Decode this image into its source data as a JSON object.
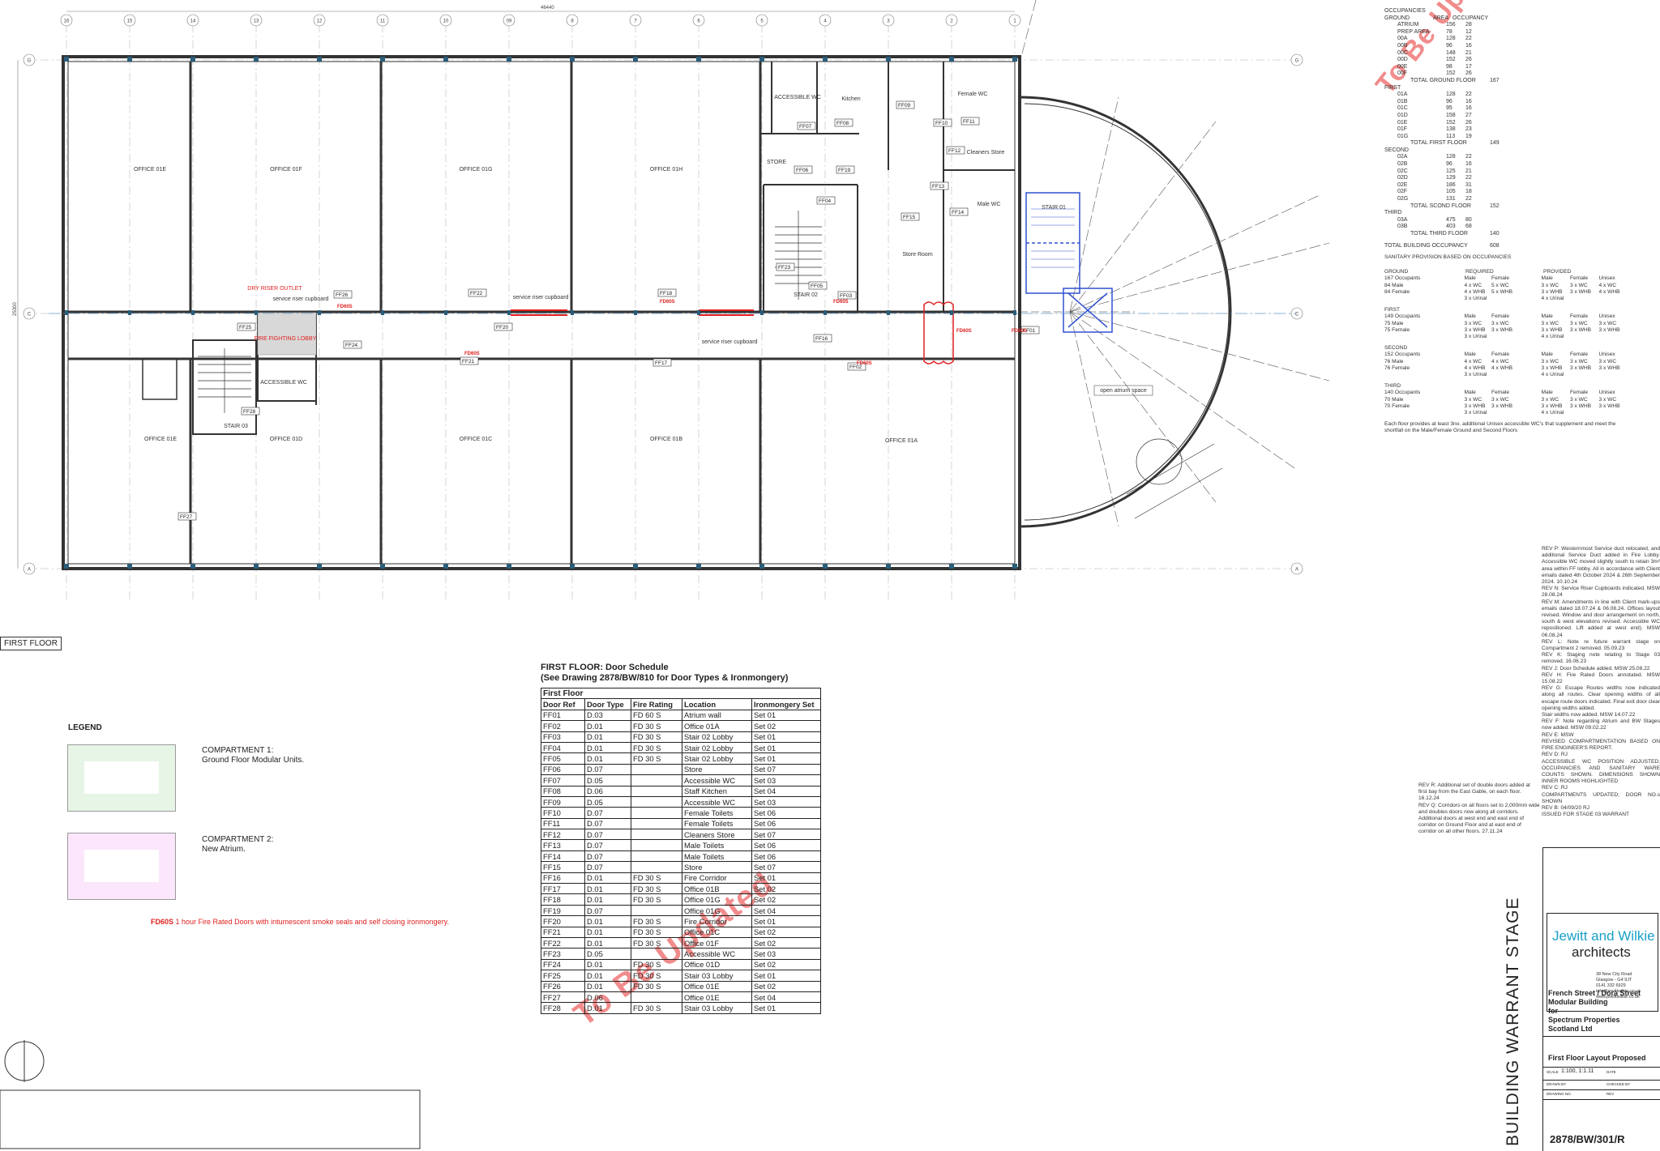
{
  "watermark": "To Be Updated",
  "plan": {
    "grid_top": [
      "16",
      "15",
      "14",
      "13",
      "12",
      "11",
      "10",
      "09",
      "8",
      "7",
      "6",
      "5",
      "4",
      "3",
      "2",
      "1"
    ],
    "grid_rows": [
      "G",
      "C",
      "A"
    ],
    "dim_top": "46440",
    "dim_left": "25300",
    "rooms_top": [
      "OFFICE 01E",
      "OFFICE 01F",
      "OFFICE 01G",
      "OFFICE 01H"
    ],
    "rooms_bottom": [
      "OFFICE 01E",
      "OFFICE 01D",
      "OFFICE 01C",
      "OFFICE 01B",
      "OFFICE 01A"
    ],
    "labels": {
      "accessible_wc": "ACCESSIBLE WC",
      "kitchen": "Kitchen",
      "store": "STORE",
      "stair_02": "STAIR 02",
      "stair_03": "STAIR 03",
      "stair_01": "STAIR 01",
      "store_room": "Store Room",
      "male_wc": "Male WC",
      "cleaners_store": "Cleaners Store",
      "female_wc": "Female WC",
      "fire_lobby": "FIRE FIGHTING LOBBY",
      "dry_riser": "DRY RISER OUTLET",
      "service_riser": "service riser cupboard",
      "atrium": "open atrium space",
      "accessible_wc2": "ACCESSIBLE WC",
      "fd60s": "FD60S"
    },
    "door_tags": [
      "FF01",
      "FF02",
      "FF03",
      "FF04",
      "FF05",
      "FF06",
      "FF07",
      "FF08",
      "FF09",
      "FF10",
      "FF11",
      "FF12",
      "FF13",
      "FF14",
      "FF15",
      "FF16",
      "FF17",
      "FF18",
      "FF19",
      "FF20",
      "FF21",
      "FF22",
      "FF23",
      "FF24",
      "FF25",
      "FF26",
      "FF27",
      "FF28"
    ]
  },
  "first_floor_label": "FIRST FLOOR",
  "occupancies": {
    "title": "OCCUPANCIES",
    "header": [
      "GROUND",
      "AREA",
      "OCCUPANCY"
    ],
    "ground": [
      [
        "ATRIUM",
        "156",
        "28"
      ],
      [
        "PREP AREA",
        "78",
        "12"
      ],
      [
        "00A",
        "128",
        "22"
      ],
      [
        "00B",
        "96",
        "16"
      ],
      [
        "00C",
        "148",
        "21"
      ],
      [
        "00D",
        "152",
        "26"
      ],
      [
        "00E",
        "98",
        "17"
      ],
      [
        "00F",
        "152",
        "26"
      ]
    ],
    "ground_total": [
      "TOTAL GROUND FLOOR",
      "167"
    ],
    "first_title": "FIRST",
    "first": [
      [
        "01A",
        "128",
        "22"
      ],
      [
        "01B",
        "96",
        "16"
      ],
      [
        "01C",
        "95",
        "16"
      ],
      [
        "01D",
        "158",
        "27"
      ],
      [
        "01E",
        "152",
        "26"
      ],
      [
        "01F",
        "138",
        "23"
      ],
      [
        "01G",
        "113",
        "19"
      ]
    ],
    "first_total": [
      "TOTAL FIRST FLOOR",
      "149"
    ],
    "second_title": "SECOND",
    "second": [
      [
        "02A",
        "128",
        "22"
      ],
      [
        "02B",
        "96",
        "16"
      ],
      [
        "02C",
        "125",
        "21"
      ],
      [
        "02D",
        "129",
        "22"
      ],
      [
        "02E",
        "186",
        "31"
      ],
      [
        "02F",
        "105",
        "18"
      ],
      [
        "02G",
        "131",
        "22"
      ]
    ],
    "second_total": [
      "TOTAL SCOND FLOOR",
      "152"
    ],
    "third_title": "THIRD",
    "third": [
      [
        "03A",
        "475",
        "80"
      ],
      [
        "03B",
        "403",
        "68"
      ]
    ],
    "third_total": [
      "TOTAL THIRD FLOOR",
      "140"
    ],
    "building_total": [
      "TOTAL BUILDING OCCUPANCY",
      "608"
    ]
  },
  "sanitary": {
    "title": "SANITARY PROVISION BASED ON OCCUPANCIES",
    "required": "REQUIRED",
    "provided": "PROVIDED",
    "cols": [
      "Male",
      "Female",
      "Male",
      "Female",
      "Unisex"
    ],
    "blocks": [
      {
        "floor": "GROUND",
        "occ": "167 Occupants",
        "rows": [
          [
            "84 Male",
            "4 x WC",
            "5 x WC",
            "3 x WC",
            "3 x WC",
            "4 x WC"
          ],
          [
            "84 Female",
            "4 x WHB",
            "5 x WHB",
            "3 x WHB",
            "3 x WHB",
            "4 x WHB"
          ],
          [
            "",
            "3 x Urinal",
            "",
            "4 x Urinal",
            "",
            ""
          ]
        ],
        "showcols": false
      },
      {
        "floor": "FIRST",
        "occ": "149 Occupants",
        "rows": [
          [
            "75 Male",
            "3 x WC",
            "3 x WC",
            "3 x WC",
            "3 x WC",
            "3 x WC"
          ],
          [
            "75 Female",
            "3 x WHB",
            "3 x WHB",
            "3 x WHB",
            "3 x WHB",
            "3 x WHB"
          ],
          [
            "",
            "3 x Urinal",
            "",
            "4 x Urinal",
            "",
            ""
          ]
        ],
        "showcols": true
      },
      {
        "floor": "SECOND",
        "occ": "152 Occupants",
        "rows": [
          [
            "76 Male",
            "4 x WC",
            "4 x WC",
            "3 x WC",
            "3 x WC",
            "3 x WC"
          ],
          [
            "76 Female",
            "4 x WHB",
            "4 x WHB",
            "3 x WHB",
            "3 x WHB",
            "3 x WHB"
          ],
          [
            "",
            "3 x Urinal",
            "",
            "4 x Urinal",
            "",
            ""
          ]
        ],
        "showcols": true
      },
      {
        "floor": "THIRD",
        "occ": "140 Occupants",
        "rows": [
          [
            "70 Male",
            "3 x WC",
            "3 x WC",
            "3 x WC",
            "3 x WC",
            "3 x WC"
          ],
          [
            "70 Female",
            "3 x WHB",
            "3 x WHB",
            "3 x WHB",
            "3 x WHB",
            "3 x WHB"
          ],
          [
            "",
            "3 x Urinal",
            "",
            "4 x Urinal",
            "",
            ""
          ]
        ],
        "showcols": true
      }
    ],
    "note": "Each floor provides at least 3no. additional Unisex accessible WC's that supplement and meet the shortfall on the Male/Female Ground and Second Floors"
  },
  "revisions": [
    "REV P: Westernmost Service duct relocated, and additional Service Duct added in Fire Lobby. Accessible WC moved slightly south to retain 3m² area within FF lobby. All in accordance with Client emails dated 4th October 2024 & 26th September 2024. 10.10.24",
    "REV N: Service Riser Cupboards indicated. MSW 28.08.24",
    "REV M: Amendments in line with Client mark-ups emails dated 18.07.24 & 06.08.24. Offices layout revised. Window and door arrangement on north, south & west elevations revised. Accessible WC repositioned. Lift added at west end). MSW 06.08.24",
    "REV L: Note re future warrant stage on Compartment 2 removed. 05.09.23",
    "REV K: Staging note relating to Stage 03 removed. 16.06.23",
    "REV J: Door Schedule added. MSW 25.08.22",
    "REV H: Fire Rated Doors annotated. MSW 15.08.22",
    "REV G: Escape Routes widths now indicated along all routes. Clear opening widths of all escape route doors indicated. Final exit door clear opening widths added.",
    "Stair widths now added. MSW 14.07.22",
    "REV F: Note regarding Atrium and BW Stages now added. MSW 09.02.22",
    "REV E: MSW",
    "REVISED COMPARTMENTATION BASED ON FIRE ENGINEER'S REPORT.",
    "REV D: RJ",
    "ACCESSIBLE WC POSITION ADJUSTED; OCCUPANCIES AND SANITARY WARE COUNTS SHOWN. DIMENSIONS SHOWN INNER ROOMS HIGHLIGHTED",
    "REV C: RJ",
    "COMPARTMENTS UPDATED; DOOR NO.s SHOWN",
    "REV B: 04/09/20 RJ",
    "ISSUED FOR STAGE 03 WARRANT"
  ],
  "revisions_left": [
    "REV R: Additional set of double doors added at first bay from the East Gable, on each floor. 16.12.24",
    "REV Q: Corridors on all floors set to 2,000mm wide and doubles doors now along all corridors. Additional doors at west end and east end of corridor on Ground Floor and at east end of corridor on all other floors. 27.11.24"
  ],
  "door_schedule": {
    "title": "FIRST FLOOR: Door Schedule",
    "subtitle": "(See Drawing 2878/BW/810 for Door Types & Ironmongery)",
    "caption": "First Floor",
    "headers": [
      "Door Ref",
      "Door Type",
      "Fire Rating",
      "Location",
      "Ironmongery Set"
    ],
    "rows": [
      [
        "FF01",
        "D.03",
        "FD 60 S",
        "Atrium wall",
        "Set 01"
      ],
      [
        "FF02",
        "D.01",
        "FD 30 S",
        "Office 01A",
        "Set 02"
      ],
      [
        "FF03",
        "D.01",
        "FD 30 S",
        "Stair 02 Lobby",
        "Set 01"
      ],
      [
        "FF04",
        "D.01",
        "FD 30 S",
        "Stair 02 Lobby",
        "Set 01"
      ],
      [
        "FF05",
        "D.01",
        "FD 30 S",
        "Stair 02 Lobby",
        "Set 01"
      ],
      [
        "FF06",
        "D.07",
        "",
        "Store",
        "Set 07"
      ],
      [
        "FF07",
        "D.05",
        "",
        "Accessible WC",
        "Set 03"
      ],
      [
        "FF08",
        "D.06",
        "",
        "Staff Kitchen",
        "Set 04"
      ],
      [
        "FF09",
        "D.05",
        "",
        "Accessible WC",
        "Set 03"
      ],
      [
        "FF10",
        "D.07",
        "",
        "Female Toilets",
        "Set 06"
      ],
      [
        "FF11",
        "D.07",
        "",
        "Female Toilets",
        "Set 06"
      ],
      [
        "FF12",
        "D.07",
        "",
        "Cleaners Store",
        "Set 07"
      ],
      [
        "FF13",
        "D.07",
        "",
        "Male Toilets",
        "Set 06"
      ],
      [
        "FF14",
        "D.07",
        "",
        "Male Toilets",
        "Set 06"
      ],
      [
        "FF15",
        "D.07",
        "",
        "Store",
        "Set 07"
      ],
      [
        "FF16",
        "D.01",
        "FD 30 S",
        "Fire Corridor",
        "Set 01"
      ],
      [
        "FF17",
        "D.01",
        "FD 30 S",
        "Office 01B",
        "Set 02"
      ],
      [
        "FF18",
        "D.01",
        "FD 30 S",
        "Office 01G",
        "Set 02"
      ],
      [
        "FF19",
        "D.07",
        "",
        "Office 01G",
        "Set 04"
      ],
      [
        "FF20",
        "D.01",
        "FD 30 S",
        "Fire Corridor",
        "Set 01"
      ],
      [
        "FF21",
        "D.01",
        "FD 30 S",
        "Office 01C",
        "Set 02"
      ],
      [
        "FF22",
        "D.01",
        "FD 30 S",
        "Office 01F",
        "Set 02"
      ],
      [
        "FF23",
        "D.05",
        "",
        "Accessible WC",
        "Set 03"
      ],
      [
        "FF24",
        "D.01",
        "FD 30 S",
        "Office 01D",
        "Set 02"
      ],
      [
        "FF25",
        "D.01",
        "FD 30 S",
        "Stair 03 Lobby",
        "Set 01"
      ],
      [
        "FF26",
        "D.01",
        "FD 30 S",
        "Office 01E",
        "Set 02"
      ],
      [
        "FF27",
        "D.06",
        "",
        "Office 01E",
        "Set 04"
      ],
      [
        "FF28",
        "D.01",
        "FD 30 S",
        "Stair 03 Lobby",
        "Set 01"
      ]
    ]
  },
  "legend": {
    "title": "LEGEND",
    "items": [
      {
        "title": "COMPARTMENT 1:",
        "desc": "Ground Floor Modular Units.",
        "color": "#e6f5e6"
      },
      {
        "title": "COMPARTMENT 2:",
        "desc": "New Atrium.",
        "color": "#fbe6fb"
      }
    ],
    "fd_tag": "FD60S",
    "fd_note": "1 hour Fire Rated Doors with intumescent smoke seals and self closing ironmongery."
  },
  "title_block": {
    "firm_line1": "Jewitt and Wilkie",
    "firm_line2": "architects",
    "address": [
      "38 New City Road",
      "Glasgow - G4 9JT",
      "0141 332 6929",
      "",
      "info@jewittwilkie.co.uk",
      "www.jewittwilkie.co.uk"
    ],
    "project": [
      "French Street / Dora Street",
      "Modular Building",
      "for",
      "Spectrum Properties",
      "Scotland Ltd"
    ],
    "drawing_title": "First Floor Layout Proposed",
    "scale_label": "SCALE",
    "scale": "1:100, 1:1.11",
    "date_label": "DATE",
    "drawn_label": "DRAWN BY",
    "checked_label": "CHECKED BY",
    "drawing_no_label": "DRAWING NO.",
    "rev_label": "REV",
    "drawing_no": "2878/BW/301/R",
    "stage": "BUILDING WARRANT STAGE"
  },
  "colors": {
    "fire": "#e02020",
    "stair01": "#3050d0",
    "watermark": "#f08080"
  }
}
